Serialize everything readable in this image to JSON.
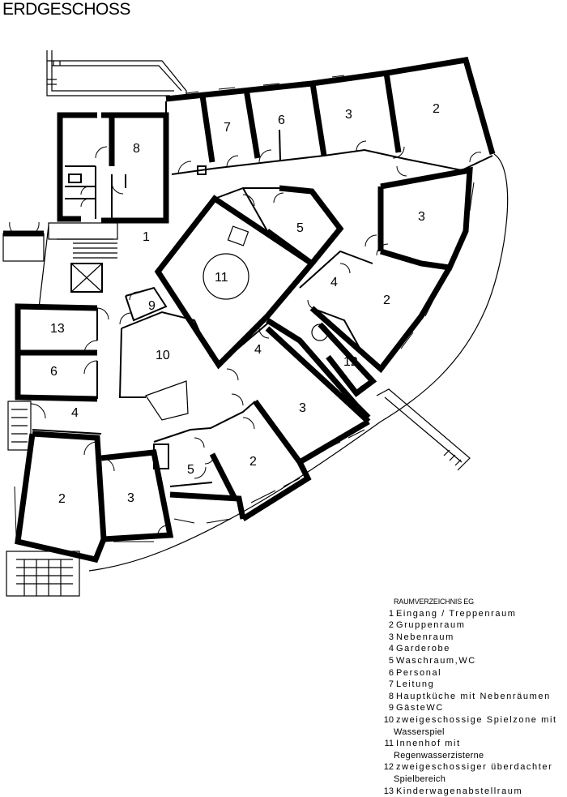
{
  "title": "ERDGESCHOSS",
  "rooms": [
    {
      "label": "1"
    },
    {
      "label": "2"
    },
    {
      "label": "2"
    },
    {
      "label": "2"
    },
    {
      "label": "2"
    },
    {
      "label": "3"
    },
    {
      "label": "3"
    },
    {
      "label": "3"
    },
    {
      "label": "3"
    },
    {
      "label": "4"
    },
    {
      "label": "4"
    },
    {
      "label": "4"
    },
    {
      "label": "5"
    },
    {
      "label": "5"
    },
    {
      "label": "6"
    },
    {
      "label": "6"
    },
    {
      "label": "7"
    },
    {
      "label": "8"
    },
    {
      "label": "9"
    },
    {
      "label": "10"
    },
    {
      "label": "11"
    },
    {
      "label": "12"
    },
    {
      "label": "13"
    }
  ],
  "legend": {
    "heading": "RAUMVERZEICHNIS EG",
    "items": [
      {
        "num": "1",
        "text": "Eingang / Treppenraum"
      },
      {
        "num": "2",
        "text": "Gruppenraum"
      },
      {
        "num": "3",
        "text": "Nebenraum"
      },
      {
        "num": "4",
        "text": "Garderobe"
      },
      {
        "num": "5",
        "text": "Waschraum,WC"
      },
      {
        "num": "6",
        "text": "Personal"
      },
      {
        "num": "7",
        "text": "Leitung"
      },
      {
        "num": "8",
        "text": "Hauptküche mit Nebenräumen"
      },
      {
        "num": "9",
        "text": "GästeWC"
      },
      {
        "num": "10",
        "text": "zweigeschossige Spielzone mit",
        "cont": "Wasserspiel"
      },
      {
        "num": "11",
        "text": "Innenhof mit",
        "cont": "Regenwasserzisterne"
      },
      {
        "num": "12",
        "text": "zweigeschossiger überdachter",
        "cont": "Spielbereich"
      },
      {
        "num": "13",
        "text": "Kinderwagenabstellraum"
      }
    ]
  }
}
